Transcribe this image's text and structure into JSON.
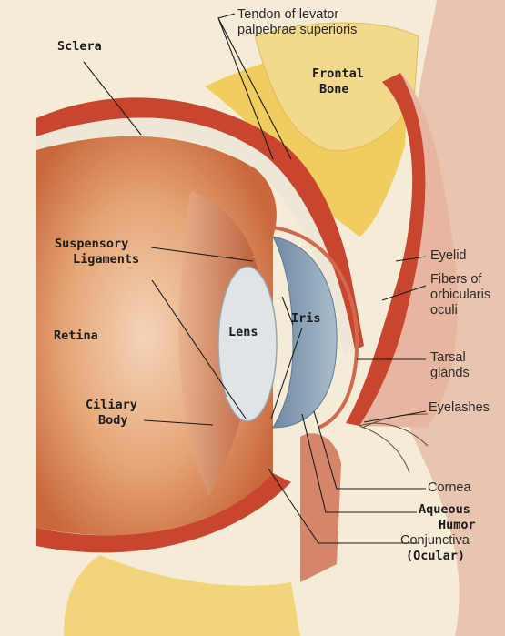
{
  "diagram": {
    "labels": {
      "tendon": [
        "Tendon of levator",
        "palpebrae superioris"
      ],
      "sclera": "Sclera",
      "frontal_bone": [
        "Frontal",
        "Bone"
      ],
      "suspensory_ligaments": [
        "Suspensory",
        "Ligaments"
      ],
      "iris": "Iris",
      "lens": "Lens",
      "retina": "Retina",
      "ciliary_body": [
        "Ciliary",
        "Body"
      ],
      "eyelid": "Eyelid",
      "fibers": [
        "Fibers of",
        "orbicularis",
        "oculi"
      ],
      "tarsal": [
        "Tarsal",
        "glands"
      ],
      "eyelashes": "Eyelashes",
      "cornea": "Cornea",
      "aqueous": [
        "Aqueous",
        "Humor"
      ],
      "conjunctiva": [
        "Conjunctiva",
        "(Ocular)"
      ]
    },
    "colors": {
      "background": "#f4ecd6",
      "eyeball": "#d98a55",
      "sclera_band": "#c8462f",
      "fat": "#f0c74a",
      "lens": "#dfe4e6",
      "iris": "#7f98ad",
      "skin": "#e6b9a4"
    }
  }
}
